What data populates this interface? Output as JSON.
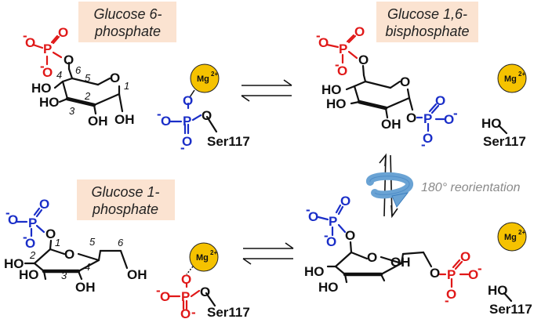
{
  "labels": {
    "g6p": [
      "Glucose 6-",
      "phosphate"
    ],
    "g16bp": [
      "Glucose 1,6-",
      "bisphosphate"
    ],
    "g1p": [
      "Glucose 1-",
      "phosphate"
    ]
  },
  "atoms": {
    "O": "O",
    "P": "P",
    "HO": "HO",
    "OH": "OH",
    "minus": "-"
  },
  "mg_label": "Mg",
  "mg_charge": "2+",
  "serine": "Ser117",
  "rotation": "180° reorientation",
  "ring_numbers": {
    "g6p": [
      "1",
      "2",
      "3",
      "4",
      "5",
      "6"
    ],
    "g1p": [
      "1",
      "2",
      "3",
      "4",
      "5",
      "6"
    ]
  },
  "colors": {
    "label_box": "#fbe3d1",
    "mg_fill": "#f5c200",
    "blue": "#1a2ec8",
    "red": "#e01818",
    "arrow_blue": "#6aa3d4",
    "gray_text": "#8a8a8a"
  }
}
